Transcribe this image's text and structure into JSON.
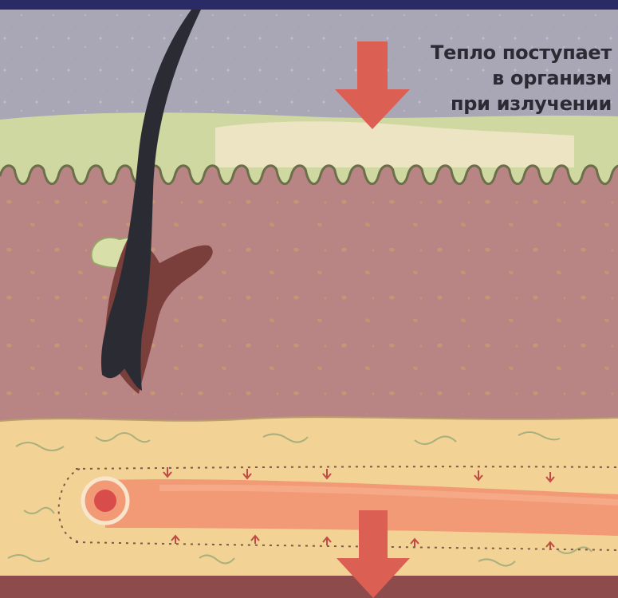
{
  "caption": {
    "line1": "Тепло поступает",
    "line2": "в организм",
    "line3": "при излучении"
  },
  "colors": {
    "top_bar": "#2a2a66",
    "air": "#a9a6b6",
    "epidermis": "#cfd8a0",
    "dermis": "#b98484",
    "subcutaneous_fat": "#f2d295",
    "bottom_layer": "#8d4b4b",
    "hair": "#2b2b34",
    "follicle": "#7a3f3b",
    "sebaceous_gland": "#d8dfa8",
    "blood_vessel": "#f29a76",
    "vessel_spot": "#d94c4c",
    "heat_arrow": "#dc5f53",
    "text": "#2c2a33"
  },
  "icons": {
    "incoming_heat": "arrow-down-icon",
    "outgoing_heat": "arrow-down-icon"
  }
}
